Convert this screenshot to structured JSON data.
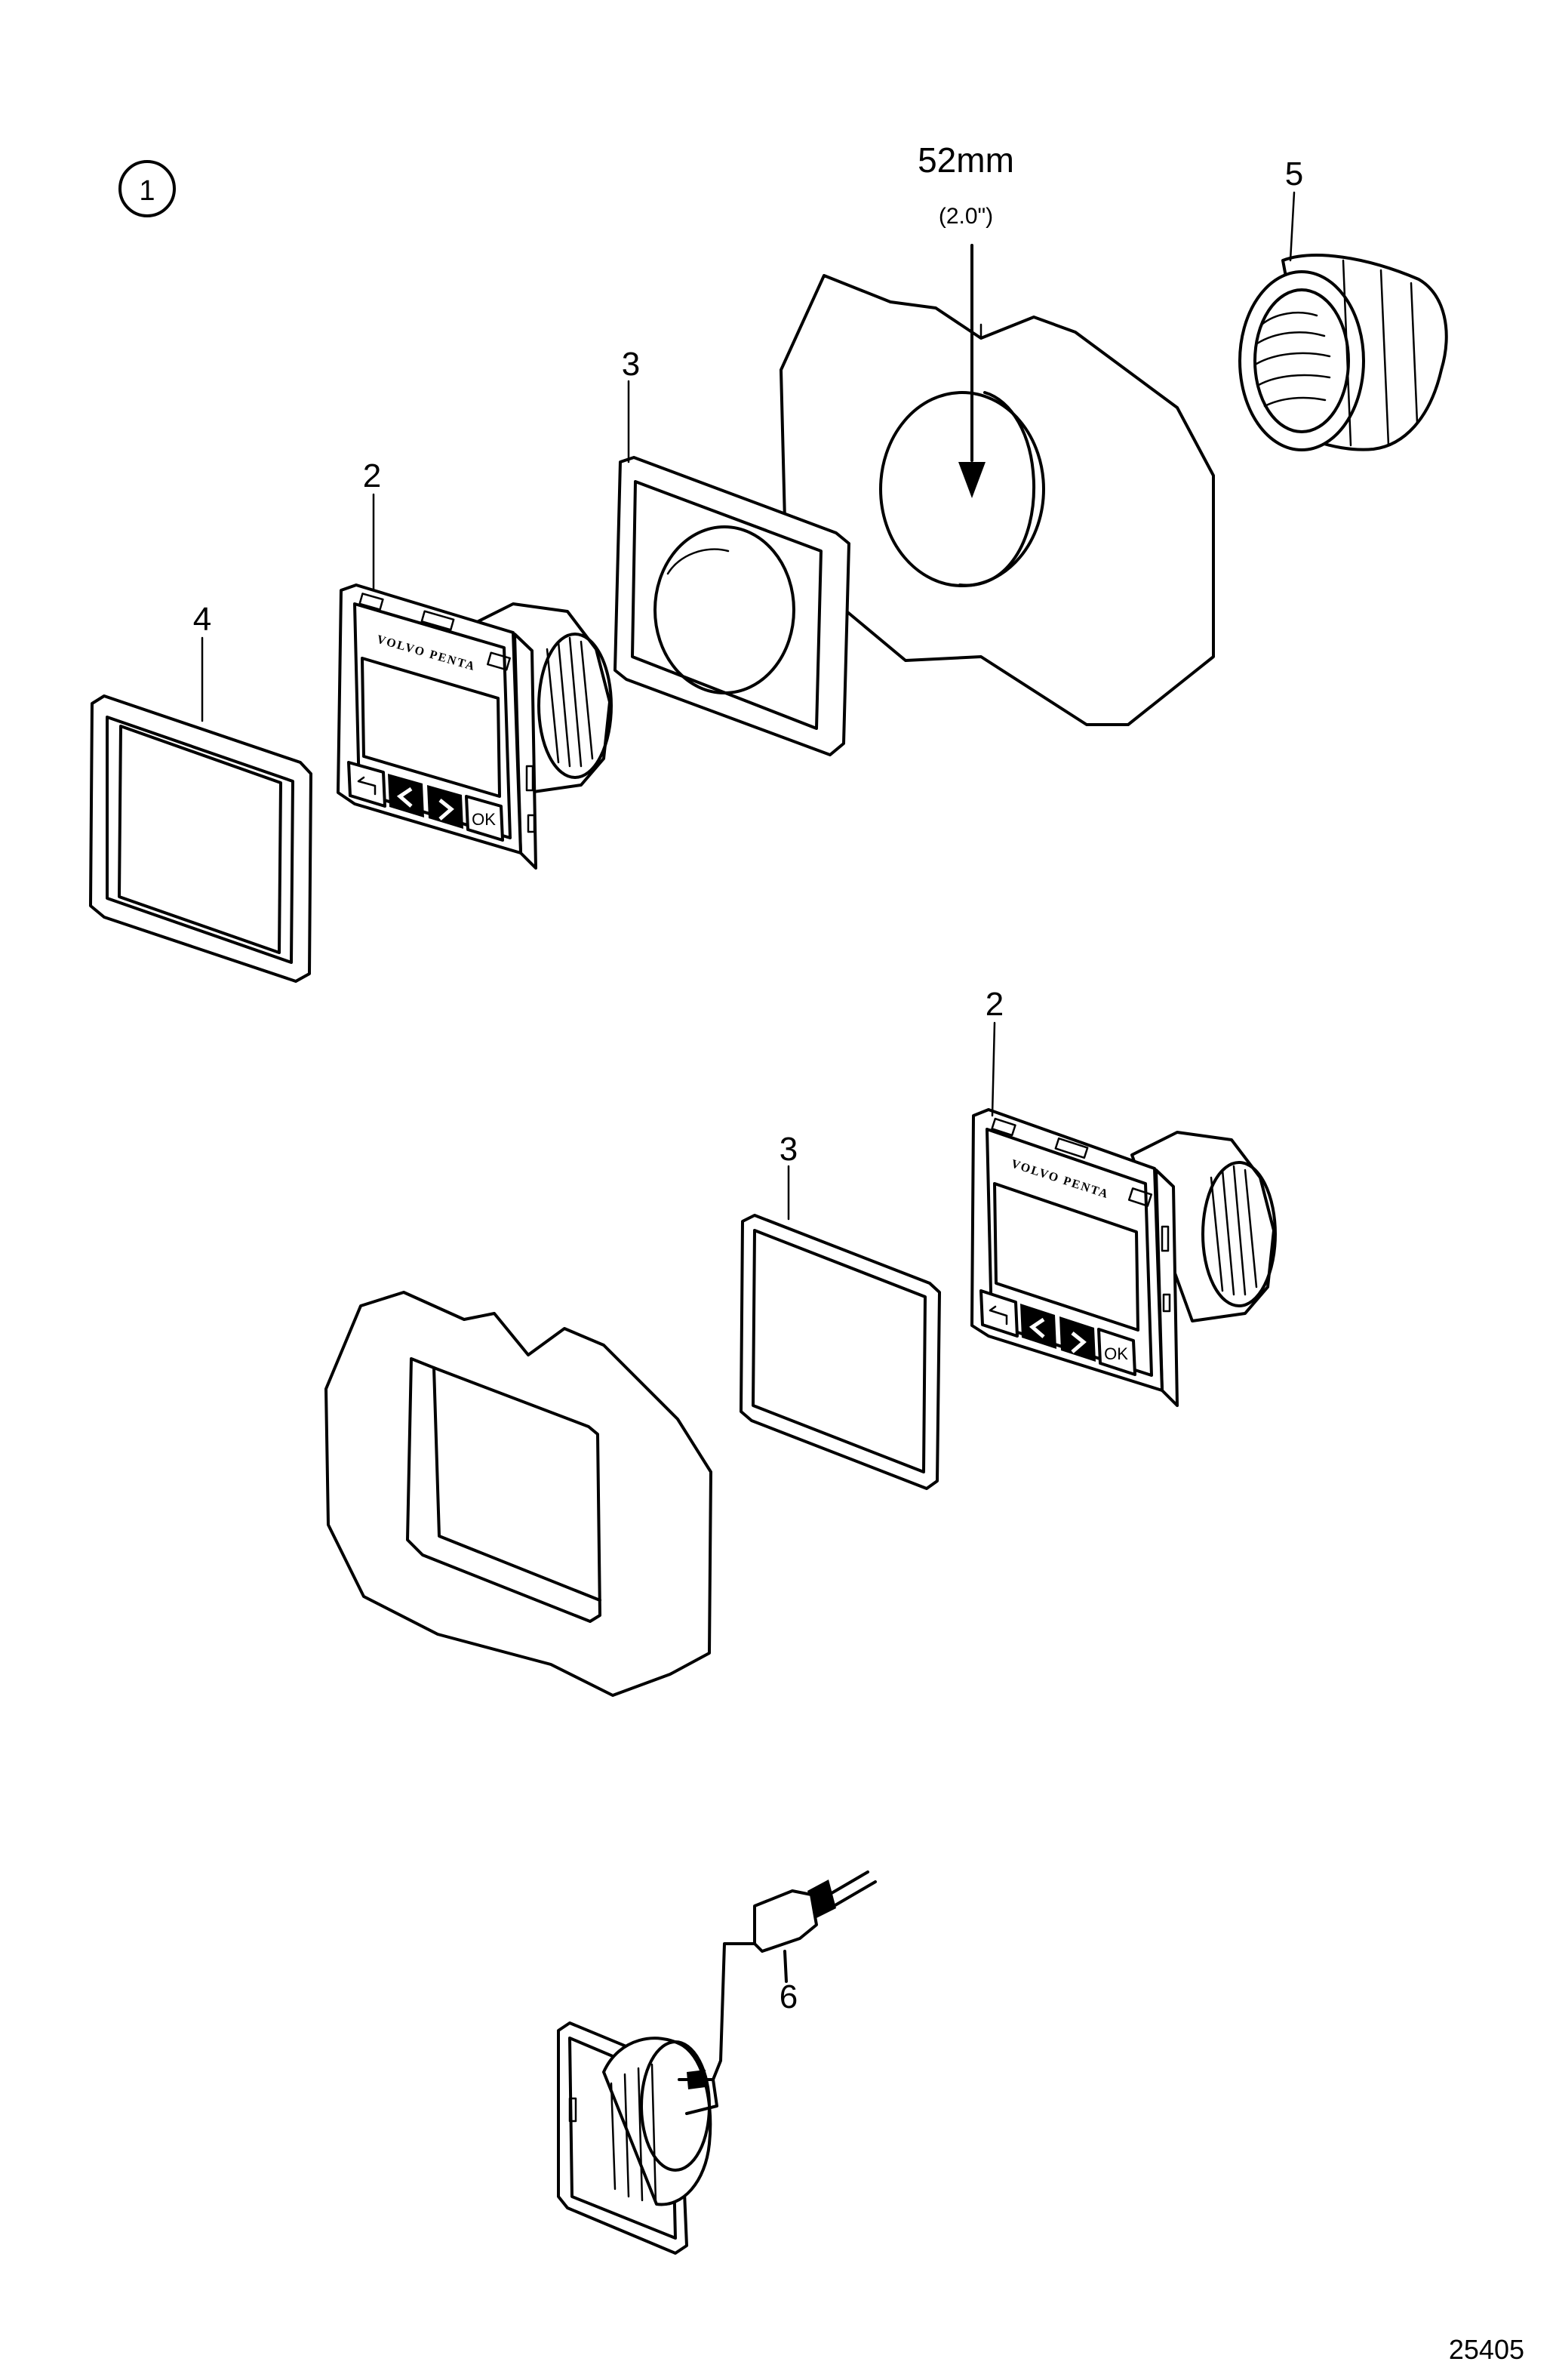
{
  "figure": {
    "step_number": "1",
    "dimension": {
      "metric": "52mm",
      "imperial": "(2.0\")"
    },
    "callouts": {
      "part_2_top": "2",
      "part_3_top": "3",
      "part_4": "4",
      "part_5": "5",
      "part_2_bottom": "2",
      "part_3_bottom": "3",
      "part_6": "6"
    },
    "display_brand": "VOLVO PENTA",
    "button_ok": "OK",
    "reference_number": "25405"
  },
  "colors": {
    "line": "#000000",
    "background": "#ffffff"
  },
  "icons": [
    "back-arrow-icon",
    "chevron-left-icon",
    "chevron-right-icon",
    "down-arrow-icon"
  ]
}
